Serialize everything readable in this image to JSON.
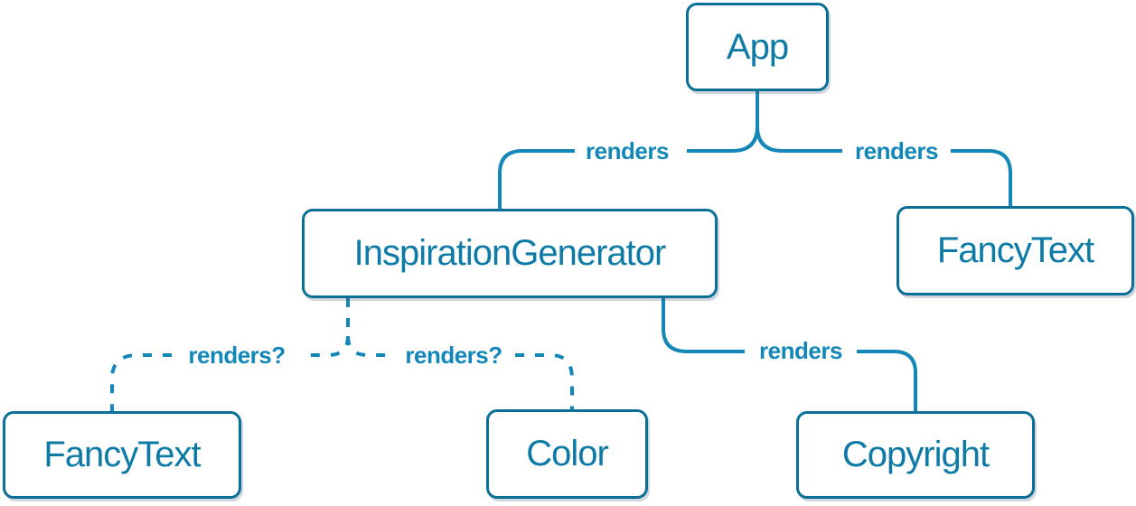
{
  "diagram": {
    "colors": {
      "edge": "#1287b8",
      "node_border": "#0a6f97",
      "node_text": "#0e7aa6",
      "node_fill": "#ffffff",
      "background": "#ffffff"
    },
    "nodes": [
      {
        "id": "app",
        "label": "App"
      },
      {
        "id": "inspiration-generator",
        "label": "InspirationGenerator"
      },
      {
        "id": "fancy-text-top",
        "label": "FancyText"
      },
      {
        "id": "fancy-text-bottom",
        "label": "FancyText"
      },
      {
        "id": "color",
        "label": "Color"
      },
      {
        "id": "copyright",
        "label": "Copyright"
      }
    ],
    "edges": [
      {
        "from": "App",
        "to": "InspirationGenerator",
        "label": "renders",
        "style": "solid"
      },
      {
        "from": "App",
        "to": "FancyText",
        "label": "renders",
        "style": "solid"
      },
      {
        "from": "InspirationGenerator",
        "to": "FancyText",
        "label": "renders?",
        "style": "dashed"
      },
      {
        "from": "InspirationGenerator",
        "to": "Color",
        "label": "renders?",
        "style": "dashed"
      },
      {
        "from": "InspirationGenerator",
        "to": "Copyright",
        "label": "renders",
        "style": "solid"
      }
    ]
  }
}
